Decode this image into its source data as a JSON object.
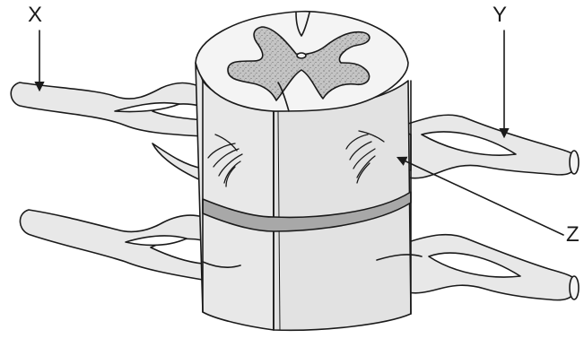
{
  "labels": {
    "x": "X",
    "y": "Y",
    "z": "Z"
  },
  "colors": {
    "outline": "#1a1a1a",
    "tissue": "#e8e8e8",
    "tissue_light": "#f4f4f4",
    "grey_matter": "#bdbdbd",
    "disc_band": "#a8a8a8"
  }
}
